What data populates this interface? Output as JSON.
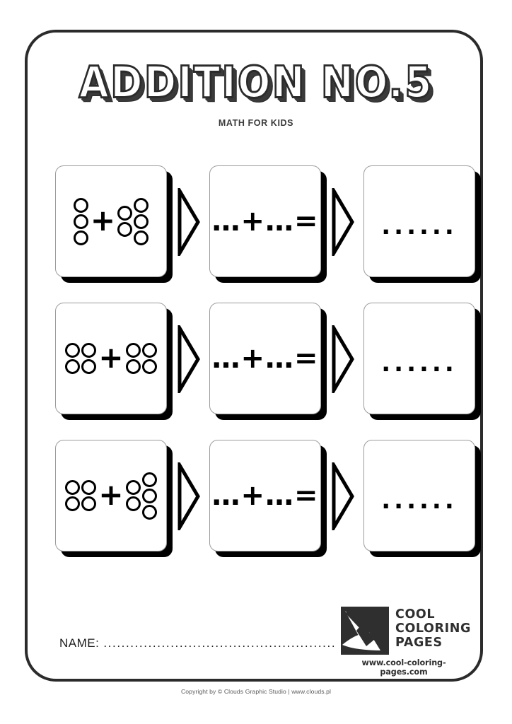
{
  "page": {
    "title": "ADDITION NO.5",
    "subtitle": "MATH FOR KIDS",
    "border_color": "#2b2b2b",
    "background": "#ffffff"
  },
  "worksheet": {
    "rows": [
      {
        "left_addend": 3,
        "right_addend": 5,
        "left_columns": [
          3
        ],
        "right_columns": [
          2,
          3
        ],
        "plus": "+",
        "expression": "…+…=",
        "answer_placeholder": "......"
      },
      {
        "left_addend": 4,
        "right_addend": 4,
        "left_columns": [
          2,
          2
        ],
        "right_columns": [
          2,
          2
        ],
        "plus": "+",
        "expression": "…+…=",
        "answer_placeholder": "......"
      },
      {
        "left_addend": 4,
        "right_addend": 5,
        "left_columns": [
          2,
          2
        ],
        "right_columns": [
          2,
          3
        ],
        "plus": "+",
        "expression": "…+…=",
        "answer_placeholder": "......"
      }
    ],
    "arrow_icon": "arrow-right-outline"
  },
  "name_field": {
    "label": "NAME:",
    "dots": "................................................................."
  },
  "logo": {
    "line1": "Cool",
    "line2": "Coloring",
    "line3": "Pages",
    "url": "www.cool-coloring-pages.com",
    "mark_icon": "pencil-square-icon",
    "color": "#2f2f2f"
  },
  "footer": {
    "copyright": "Copyright by © Clouds Graphic Studio | www.clouds.pl"
  }
}
